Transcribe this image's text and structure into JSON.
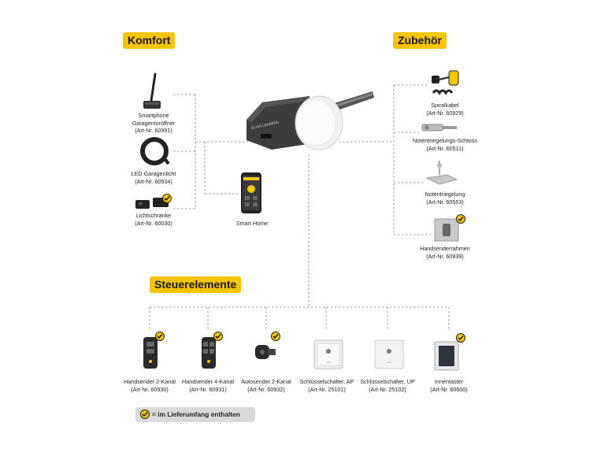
{
  "sections": {
    "komfort": "Komfort",
    "zubehoer": "Zubehör",
    "steuerelemente": "Steuerelemente"
  },
  "motor_brand": "SCHELLENBERG",
  "komfort_items": [
    {
      "name": "Smartphone",
      "line2": "Garagentoröffner",
      "art": "(Art-Nr. 60991)",
      "included": false
    },
    {
      "name": "LED Garagenlicht",
      "art": "(Art-Nr. 60934)",
      "included": false
    },
    {
      "name": "Lichtschranke",
      "art": "(Art-Nr. 60030)",
      "included": true
    },
    {
      "name": "Smart Home",
      "included": false
    }
  ],
  "zubehoer_items": [
    {
      "name": "Spiralkabel",
      "art": "(Art-Nr. 60929)",
      "included": false
    },
    {
      "name": "Notentriegelungs-Schloss",
      "art": "(Art-Nr. 60511)",
      "included": false
    },
    {
      "name": "Notentriegelung",
      "art": "(Art-Nr. 60553)",
      "included": false
    },
    {
      "name": "Handsenderrahmen",
      "art": "(Art-Nr. 60939)",
      "included": true
    }
  ],
  "steuer_items": [
    {
      "name": "Handsender 2-Kanal",
      "art": "(Art-Nr. 60930)",
      "included": true
    },
    {
      "name": "Handsender 4-Kanal",
      "art": "(Art-Nr. 60931)",
      "included": true
    },
    {
      "name": "Autosender 2-Kanal",
      "art": "(Art-Nr. 60932)",
      "included": true
    },
    {
      "name": "Schlüsselschalter, AP",
      "art": "(Art-Nr. 25101)",
      "included": false
    },
    {
      "name": "Schlüsselschalter, UP",
      "art": "(Art-Nr. 25102)",
      "included": false
    },
    {
      "name": "Innentaster",
      "art": "(Art-Nr. 60600)",
      "included": true
    }
  ],
  "legend": {
    "text": "= im Lieferumfang enthalten"
  },
  "colors": {
    "accent": "#f7c400",
    "dark": "#3a3a3a",
    "line": "#777777"
  },
  "icons": [
    "antenna-icon",
    "led-strip-icon",
    "photo-sensor-icon",
    "smartphone-icon",
    "spiral-cable-icon",
    "lock-icon",
    "release-handle-icon",
    "remote-frame-icon",
    "remote-2ch-icon",
    "remote-4ch-icon",
    "car-remote-icon",
    "key-switch-ap-icon",
    "key-switch-up-icon",
    "wall-button-icon",
    "check-icon"
  ]
}
